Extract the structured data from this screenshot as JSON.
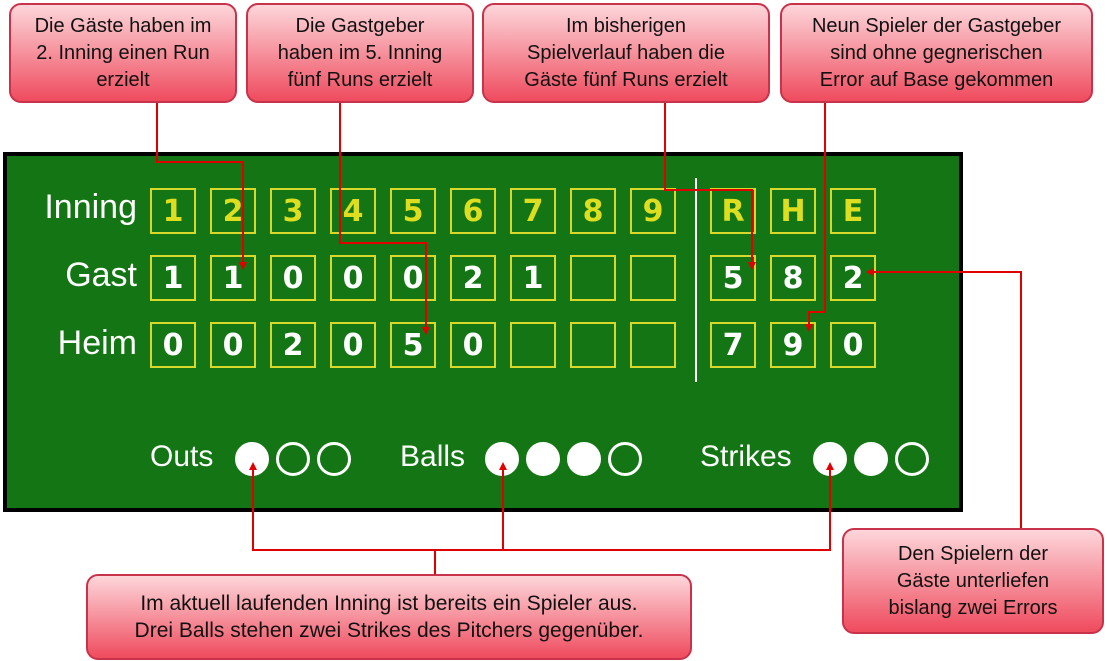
{
  "callouts": {
    "guest_inning2": "Die Gäste haben im\n2. Inning einen Run\nerzielt",
    "home_inning5": "Die Gastgeber\nhaben im 5. Inning\nfünf Runs erzielt",
    "guest_runs": "Im bisherigen\nSpielverlauf haben die\nGäste fünf Runs erzielt",
    "home_hits": "Neun Spieler der Gastgeber\nsind ohne gegnerischen\nError auf Base gekommen",
    "count": "Im aktuell laufenden Inning ist bereits ein Spieler aus.\nDrei Balls stehen zwei Strikes des Pitchers gegenüber.",
    "guest_errors": "Den Spielern der\nGäste unterliefen\nbislang zwei Errors"
  },
  "scoreboard": {
    "labels": {
      "inning": "Inning",
      "guest": "Gast",
      "home": "Heim"
    },
    "innings": [
      "1",
      "2",
      "3",
      "4",
      "5",
      "6",
      "7",
      "8",
      "9"
    ],
    "totals_headers": [
      "R",
      "H",
      "E"
    ],
    "guest_innings": [
      "1",
      "1",
      "0",
      "0",
      "0",
      "2",
      "1",
      "",
      ""
    ],
    "home_innings": [
      "0",
      "0",
      "2",
      "0",
      "5",
      "0",
      "",
      "",
      ""
    ],
    "guest_totals": [
      "5",
      "8",
      "2"
    ],
    "home_totals": [
      "7",
      "9",
      "0"
    ],
    "indicators": {
      "outs": {
        "label": "Outs",
        "filled": 1,
        "total": 3
      },
      "balls": {
        "label": "Balls",
        "filled": 3,
        "total": 4
      },
      "strikes": {
        "label": "Strikes",
        "filled": 2,
        "total": 3
      }
    }
  },
  "colors": {
    "board_green": "#137513",
    "cell_border": "#d8d82a",
    "header_text": "#dede20",
    "arrow_red": "#e00000"
  }
}
